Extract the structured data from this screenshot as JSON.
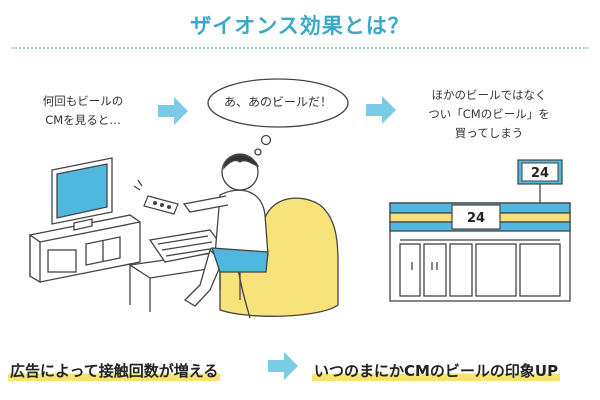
{
  "title": "ザイオンス効果とは？",
  "steps": {
    "step1_lines": [
      "何回もビールの",
      "CMを見ると…"
    ],
    "bubble": "あ、あのビールだ！",
    "step3_lines": [
      "ほかのビールではなく",
      "つい「CMのビール」を",
      "買ってしまう"
    ]
  },
  "store": {
    "sign_number": "24",
    "banner_number": "24"
  },
  "bottom": {
    "left": "広告によって接触回数が増える",
    "right": "いつのまにかCMのビールの印象UP"
  },
  "colors": {
    "accent": "#3aa9c9",
    "arrow": "#7ccbe6",
    "highlight": "#f7e36f",
    "chair": "#f8e27a",
    "tv_screen": "#4fb8de"
  }
}
